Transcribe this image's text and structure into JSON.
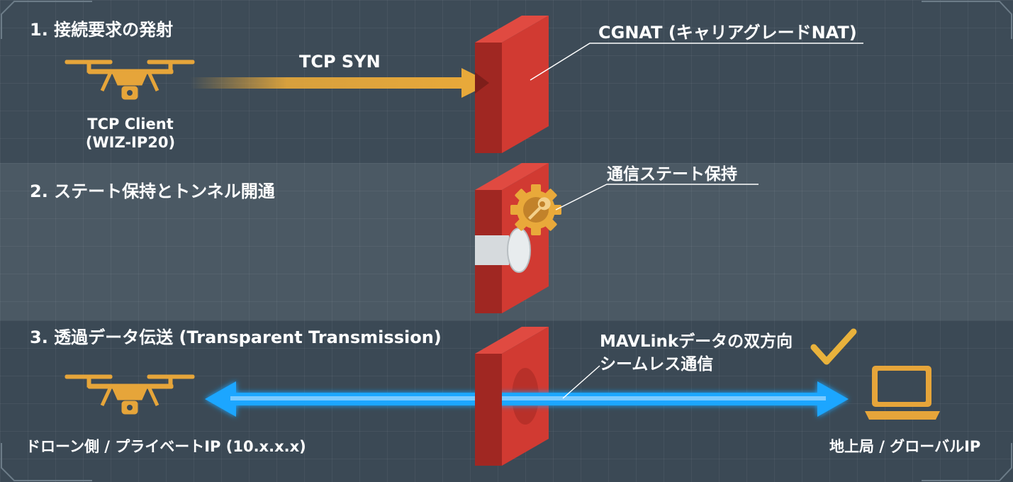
{
  "steps": [
    {
      "title": "1. 接続要求の発射"
    },
    {
      "title": "2. ステート保持とトンネル開通"
    },
    {
      "title": "3. 透過データ伝送 (Transparent Transmission)"
    }
  ],
  "step1": {
    "arrow_label": "TCP SYN",
    "client_label_line1": "TCP Client",
    "client_label_line2": "(WIZ-IP20)",
    "cgnat_label": "CGNAT (キャリアグレードNAT)"
  },
  "step2": {
    "state_label": "通信ステート保持"
  },
  "step3": {
    "mavlink_line1": "MAVLinkデータの双方向",
    "mavlink_line2": "シームレス通信",
    "drone_label": "ドローン側 / プライベートIP (10.x.x.x)",
    "ground_label": "地上局 / グローバルIP"
  },
  "colors": {
    "wall_front": "#d13a32",
    "wall_side": "#a02722",
    "drone": "#e6a53a",
    "syn_arrow": "#e8a93a",
    "data_arrow": "#1aa6ff",
    "check": "#e9b23c"
  },
  "icons": [
    "drone-icon",
    "gear-wrench-icon",
    "check-icon",
    "laptop-icon"
  ]
}
